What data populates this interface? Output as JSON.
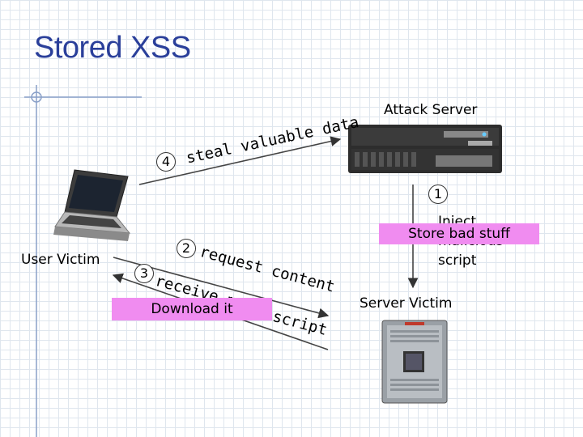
{
  "slide": {
    "title": "Stored XSS"
  },
  "nodes": {
    "attack_server": "Attack Server",
    "user_victim": "User Victim",
    "server_victim": "Server Victim"
  },
  "steps": {
    "step1": {
      "number": "1",
      "text_hidden": "Inject",
      "text_line2": "malicious",
      "text_line3": "script"
    },
    "step2": {
      "number": "2",
      "text": "request content"
    },
    "step3": {
      "number": "3",
      "text_visible_start": "receive m",
      "text_visible_end": "script"
    },
    "step4": {
      "number": "4",
      "text": "steal valuable data"
    }
  },
  "callouts": {
    "store": "Store bad stuff",
    "download": "Download it"
  }
}
